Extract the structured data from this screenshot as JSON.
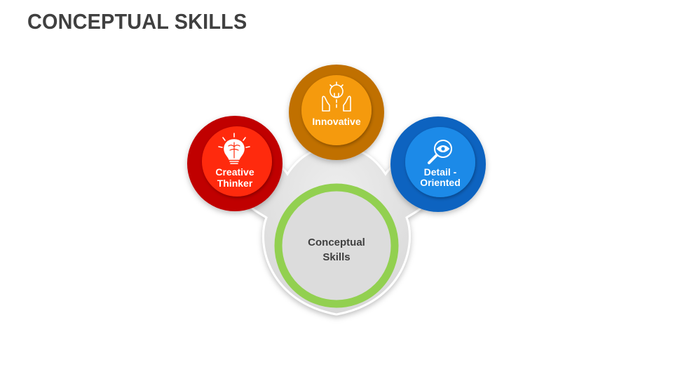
{
  "title": "CONCEPTUAL SKILLS",
  "center": {
    "line1": "Conceptual",
    "line2": "Skills",
    "ring_color": "#92D050"
  },
  "nodes": [
    {
      "line1": "Creative",
      "line2": "Thinker",
      "icon": "lightbulb-brain-icon",
      "outer_color": "#C00000",
      "inner_color": "#FF2A0A"
    },
    {
      "line1": "Innovative",
      "icon": "hands-lightbulb-gear-icon",
      "outer_color": "#C07000",
      "inner_color": "#F59A10"
    },
    {
      "line1": "Detail -",
      "line2": "Oriented",
      "icon": "magnifier-eye-icon",
      "outer_color": "#0B63C0",
      "inner_color": "#1A8AE8"
    }
  ]
}
